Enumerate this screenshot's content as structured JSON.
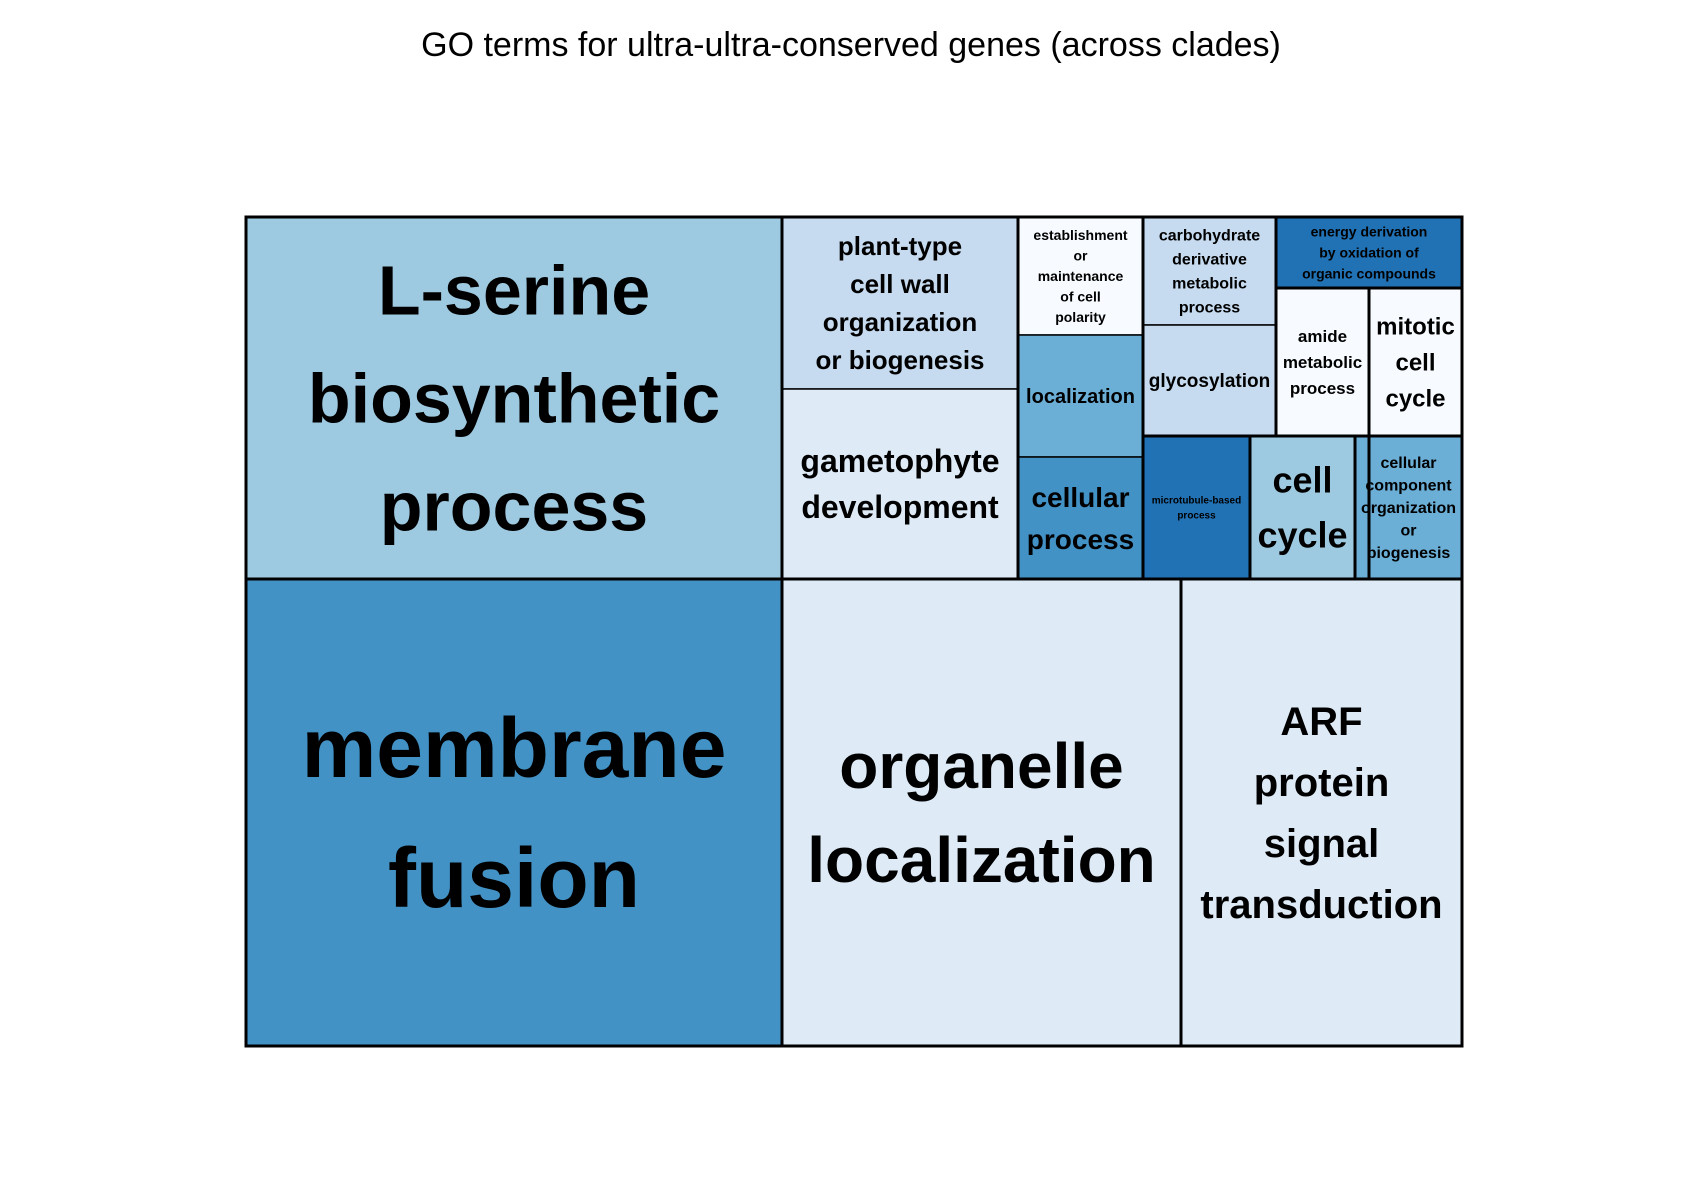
{
  "chart_data": {
    "type": "treemap",
    "title": "GO terms for ultra-ultra-conserved genes (across clades)",
    "color_scale": [
      "#f7fbff",
      "#deebf7",
      "#c6dbef",
      "#9ecae1",
      "#6baed6",
      "#4292c6",
      "#2171b5"
    ],
    "groups": [
      {
        "name": "L-serine biosynthetic process",
        "tiles": [
          {
            "label": "L-serine biosynthetic process",
            "lines": [
              "L-serine",
              "biosynthetic",
              "process"
            ],
            "color": "#9ecae1"
          }
        ]
      },
      {
        "name": "membrane fusion",
        "tiles": [
          {
            "label": "membrane fusion",
            "lines": [
              "membrane",
              "fusion"
            ],
            "color": "#4292c6"
          }
        ]
      },
      {
        "name": "organelle localization",
        "tiles": [
          {
            "label": "organelle localization",
            "lines": [
              "organelle",
              "localization"
            ],
            "color": "#deebf7"
          }
        ]
      },
      {
        "name": "ARF protein signal transduction",
        "tiles": [
          {
            "label": "ARF protein signal transduction",
            "lines": [
              "ARF",
              "protein",
              "signal",
              "transduction"
            ],
            "color": "#deebf7"
          }
        ]
      },
      {
        "name": "plant-type cell wall organization or biogenesis",
        "tiles": [
          {
            "label": "plant-type cell wall organization or biogenesis",
            "lines": [
              "plant-type",
              "cell wall",
              "organization",
              "or biogenesis"
            ],
            "color": "#c6dbef"
          },
          {
            "label": "gametophyte development",
            "lines": [
              "gametophyte",
              "development"
            ],
            "color": "#deebf7"
          }
        ]
      },
      {
        "name": "establishment or maintenance of cell polarity",
        "tiles": [
          {
            "label": "establishment or maintenance of cell polarity",
            "lines": [
              "establishment",
              "or",
              "maintenance",
              "of cell",
              "polarity"
            ],
            "color": "#f7fbff"
          },
          {
            "label": "localization",
            "lines": [
              "localization"
            ],
            "color": "#6baed6"
          },
          {
            "label": "cellular process",
            "lines": [
              "cellular",
              "process"
            ],
            "color": "#4292c6"
          }
        ]
      },
      {
        "name": "carbohydrate derivative metabolic process",
        "tiles": [
          {
            "label": "carbohydrate derivative metabolic process",
            "lines": [
              "carbohydrate",
              "derivative",
              "metabolic",
              "process"
            ],
            "color": "#c6dbef"
          },
          {
            "label": "glycosylation",
            "lines": [
              "glycosylation"
            ],
            "color": "#c6dbef"
          }
        ]
      },
      {
        "name": "energy derivation by oxidation of organic compounds",
        "tiles": [
          {
            "label": "energy derivation by oxidation of organic compounds",
            "lines": [
              "energy derivation",
              "by oxidation of",
              "organic compounds"
            ],
            "color": "#2171b5"
          }
        ]
      },
      {
        "name": "amide metabolic process",
        "tiles": [
          {
            "label": "amide metabolic process",
            "lines": [
              "amide",
              "metabolic",
              "process"
            ],
            "color": "#f7fbff"
          }
        ]
      },
      {
        "name": "mitotic cell cycle",
        "tiles": [
          {
            "label": "mitotic cell cycle",
            "lines": [
              "mitotic",
              "cell",
              "cycle"
            ],
            "color": "#f7fbff"
          },
          {
            "label": "cell cycle",
            "lines": [
              "cell",
              "cycle"
            ],
            "color": "#9ecae1"
          }
        ]
      },
      {
        "name": "microtubule-based process",
        "tiles": [
          {
            "label": "microtubule-based process",
            "lines": [
              "microtubule-based",
              "process"
            ],
            "color": "#2171b5"
          }
        ]
      },
      {
        "name": "cellular component organization or biogenesis",
        "tiles": [
          {
            "label": "cellular component organization or biogenesis",
            "lines": [
              "cellular",
              "component",
              "organization",
              "or",
              "biogenesis"
            ],
            "color": "#6baed6"
          }
        ]
      }
    ]
  }
}
